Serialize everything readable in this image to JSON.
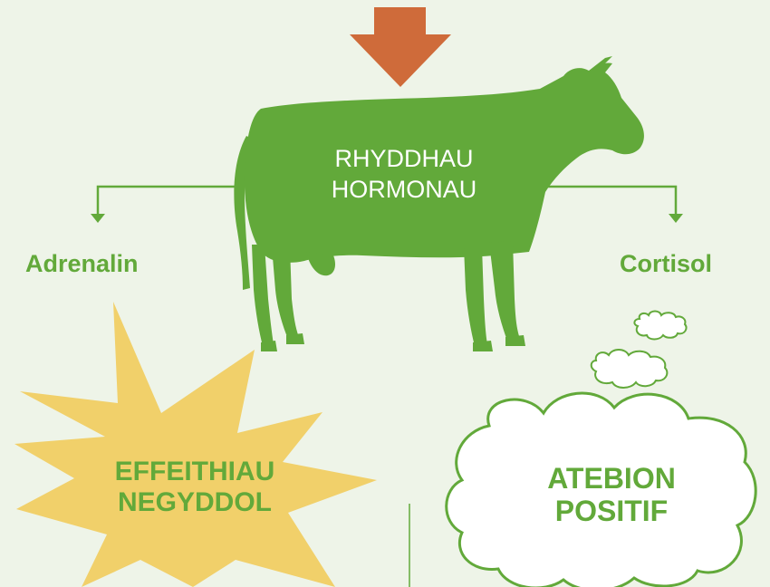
{
  "cow": {
    "line1": "RHYDDHAU",
    "line2": "HORMONAU"
  },
  "left_hormone": "Adrenalin",
  "right_hormone": "Cortisol",
  "burst": {
    "line1": "EFFEITHIAU",
    "line2": "NEGYDDOL"
  },
  "cloud": {
    "line1": "ATEBION",
    "line2": "POSITIF"
  },
  "colors": {
    "background": "#eef4e8",
    "green": "#62a93a",
    "arrow_orange": "#cf6b3a",
    "burst_yellow": "#f1d06a",
    "cloud_fill": "#ffffff"
  }
}
